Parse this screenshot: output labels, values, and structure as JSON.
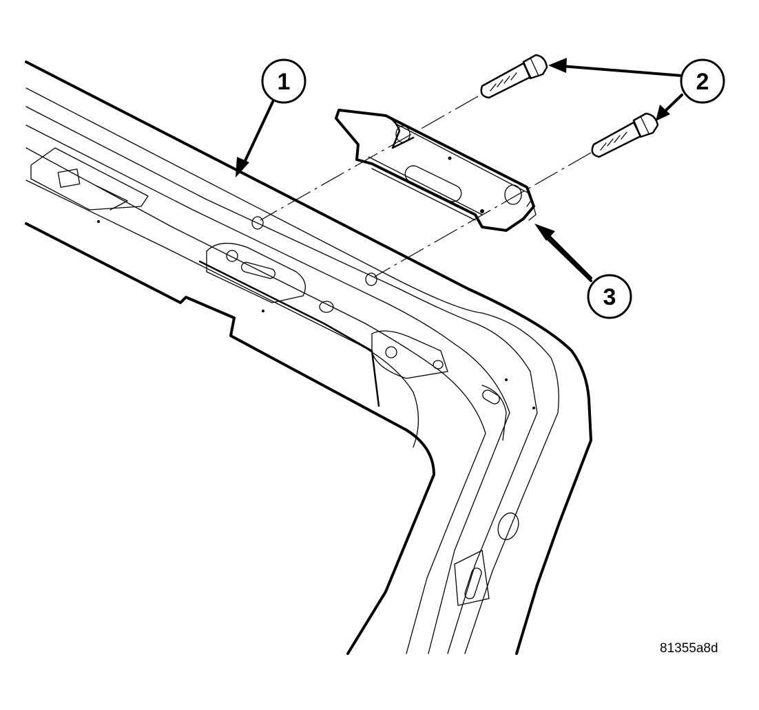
{
  "callouts": [
    {
      "label": "1",
      "part": "roof frame rail"
    },
    {
      "label": "2",
      "part": "bolts"
    },
    {
      "label": "3",
      "part": "bracket"
    }
  ],
  "figure_id": "81355a8d",
  "colors": {
    "ink": "#000000",
    "paper": "#ffffff"
  }
}
